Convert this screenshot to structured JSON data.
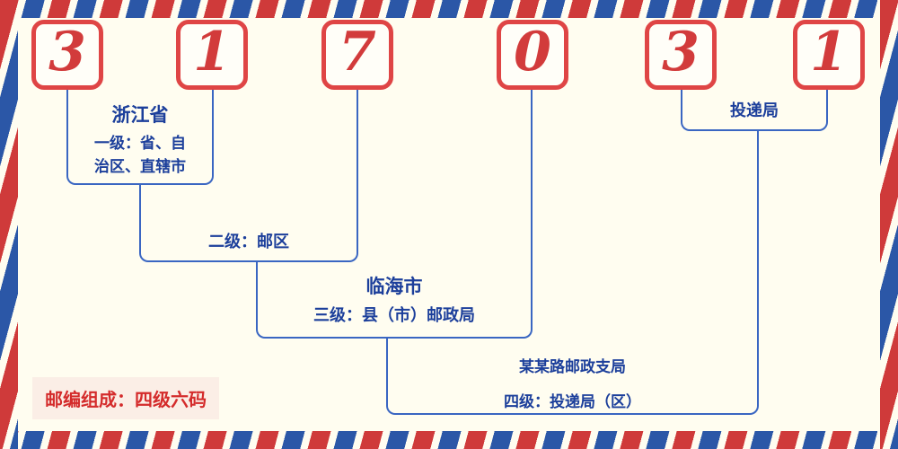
{
  "postal_code": {
    "digits": [
      "3",
      "1",
      "7",
      "0",
      "3",
      "1"
    ]
  },
  "annotations": {
    "level1": {
      "title": "浙江省",
      "desc_line1": "一级：省、自",
      "desc_line2": "治区、直辖市"
    },
    "level2": {
      "desc": "二级：邮区"
    },
    "level3": {
      "title": "临海市",
      "desc": "三级：县（市）邮政局"
    },
    "level4": {
      "line1": "某某路邮政支局",
      "line2": "四级：投递局（区）"
    },
    "delivery": {
      "title": "投递局"
    }
  },
  "footer": {
    "text": "邮编组成：四级六码"
  },
  "colors": {
    "digit_red": "#d23b3b",
    "box_border_red": "#df4545",
    "line_blue": "#3a66c2",
    "text_blue": "#1c3f9b",
    "footer_red": "#d42b2b",
    "stripe_red": "#cf3a3a",
    "stripe_blue": "#2b57a7",
    "background": "#fffdf0"
  }
}
